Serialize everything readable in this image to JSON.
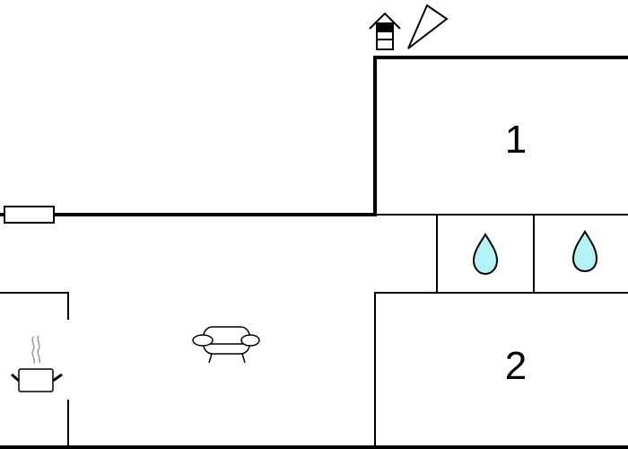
{
  "floorplan": {
    "rooms": [
      {
        "id": "room-1",
        "label": "1",
        "type": "bedroom"
      },
      {
        "id": "room-2",
        "label": "2",
        "type": "bedroom"
      },
      {
        "id": "bathroom-a",
        "label": "",
        "type": "bathroom",
        "icon": "water-drop-icon"
      },
      {
        "id": "bathroom-b",
        "label": "",
        "type": "bathroom",
        "icon": "water-drop-icon"
      },
      {
        "id": "kitchen",
        "label": "",
        "type": "kitchen",
        "icon": "cooking-pot-icon"
      },
      {
        "id": "living-room",
        "label": "",
        "type": "living-room",
        "icon": "sofa-icon"
      }
    ],
    "symbols": {
      "entrance": "house-entrance-icon",
      "north_indicator": "compass-triangle-icon",
      "window": "window-icon"
    },
    "colors": {
      "wall": "#000000",
      "water": "#b3f2f5",
      "steam": "#999999",
      "background": "#ffffff"
    }
  }
}
